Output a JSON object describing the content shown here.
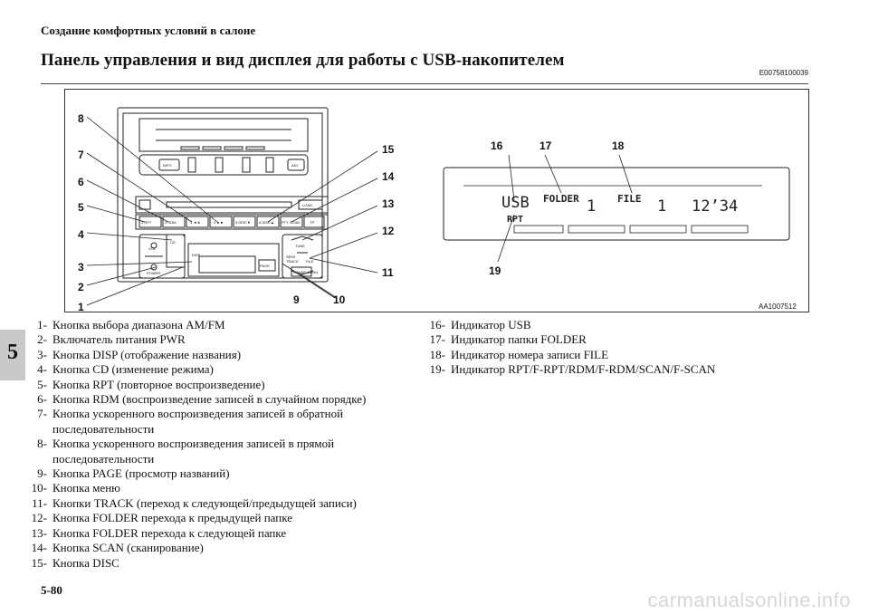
{
  "header": "Создание комфортных условий в салоне",
  "title": "Панель управления и вид дисплея для работы с USB-накопителем",
  "doc_code": "E00758100039",
  "chapter_tab": "5",
  "figure": {
    "code": "AA1007512",
    "callouts": [
      "1",
      "2",
      "3",
      "4",
      "5",
      "6",
      "7",
      "8",
      "9",
      "10",
      "11",
      "12",
      "13",
      "14",
      "15",
      "16",
      "17",
      "18",
      "19"
    ],
    "panel_labels": {
      "info": "INFO",
      "adj": "ADJ",
      "load": "LOAD",
      "rpt": "1 RPT",
      "rdm": "2 RDM",
      "rew": "3 ◄◄",
      "ff": "4 ►►",
      "disc_down": "5 DISC▼",
      "disc_up": "6 DISC▲",
      "pty_scan": "PTY SCAN",
      "tp": "TP",
      "vol": "VOL",
      "power": "POWER",
      "cd": "CD",
      "disp": "DISP",
      "page": "PAGE",
      "sound_menu": "SOUND MENU",
      "tune": "TUNE",
      "seek": "SEEK",
      "track": "TRACK",
      "file": "FILE"
    },
    "lcd": {
      "usb": "USB",
      "folder": "FOLDER",
      "file": "FILE",
      "folder_no": "1",
      "file_no": "1",
      "time": "12’34",
      "rpt": "RPT"
    }
  },
  "left_list": [
    {
      "n": "1-",
      "text": "Кнопка выбора диапазона AM/FM"
    },
    {
      "n": "2-",
      "text": "Включатель питания PWR"
    },
    {
      "n": "3-",
      "text": "Кнопка DISP (отображение названия)"
    },
    {
      "n": "4-",
      "text": "Кнопка CD (изменение режима)"
    },
    {
      "n": "5-",
      "text": "Кнопка RPT (повторное воспроизведение)"
    },
    {
      "n": "6-",
      "text": "Кнопка RDM (воспроизведение записей в случайном порядке)"
    },
    {
      "n": "7-",
      "text": "Кнопка ускоренного воспроизведения записей в обратной последовательности"
    },
    {
      "n": "8-",
      "text": "Кнопка ускоренного воспроизведения записей в прямой последовательности"
    },
    {
      "n": "9-",
      "text": "Кнопка PAGE (просмотр названий)"
    },
    {
      "n": "10-",
      "text": "Кнопка меню"
    },
    {
      "n": "11-",
      "text": "Кнопки TRACK (переход к следующей/предыдущей записи)"
    },
    {
      "n": "12-",
      "text": "Кнопка FOLDER перехода к предыдущей папке"
    },
    {
      "n": "13-",
      "text": "Кнопка FOLDER перехода к следующей папке"
    },
    {
      "n": "14-",
      "text": "Кнопка SCAN (сканирование)"
    },
    {
      "n": "15-",
      "text": "Кнопка DISC"
    }
  ],
  "right_list": [
    {
      "n": "16-",
      "text": "Индикатор USB"
    },
    {
      "n": "17-",
      "text": "Индикатор папки FOLDER"
    },
    {
      "n": "18-",
      "text": "Индикатор номера записи FILE"
    },
    {
      "n": "19-",
      "text": "Индикатор RPT/F-RPT/RDM/F-RDM/SCAN/F-SCAN"
    }
  ],
  "page_number": "5-80",
  "watermark": "carmanualsonline.info"
}
